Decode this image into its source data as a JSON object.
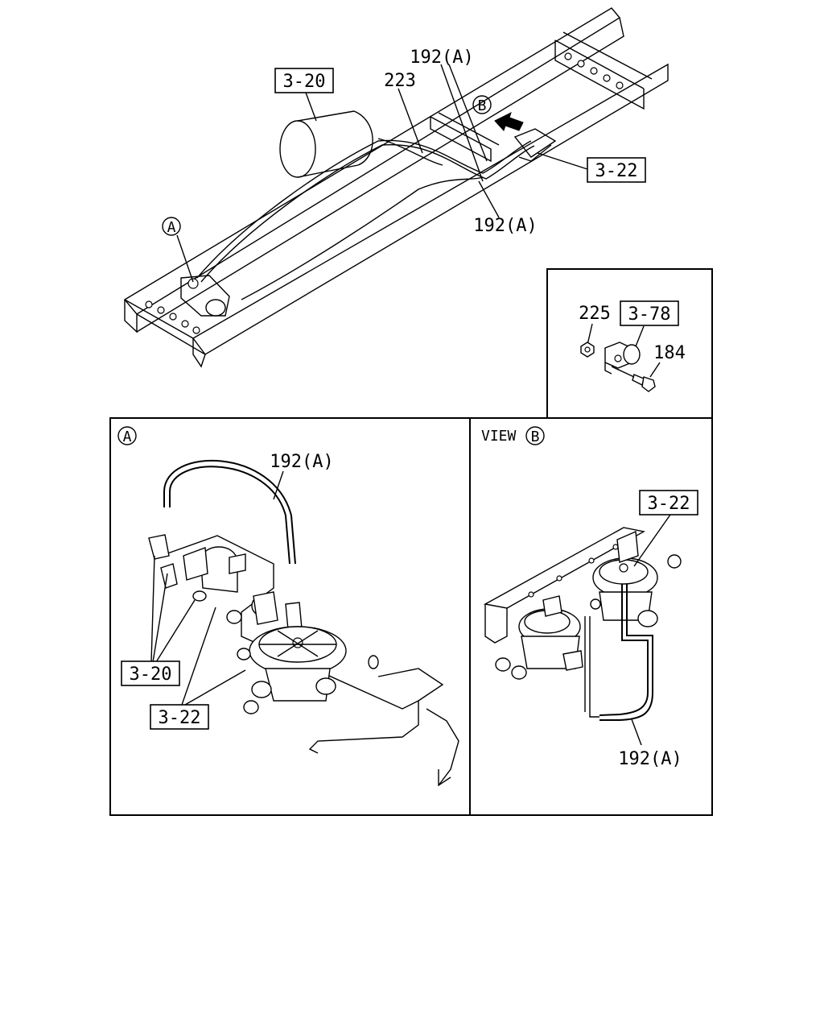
{
  "callouts": {
    "ref_3_20_top": "3-20",
    "part_223": "223",
    "part_192a_top": "192(A)",
    "view_b_marker": "B",
    "ref_3_22_top": "3-22",
    "part_192a_mid": "192(A)",
    "detail_a_marker": "A"
  },
  "inset_mount": {
    "part_225": "225",
    "ref_3_78": "3-78",
    "part_184": "184"
  },
  "panel_a": {
    "marker": "A",
    "part_192a": "192(A)",
    "ref_3_20": "3-20",
    "ref_3_22": "3-22"
  },
  "panel_b": {
    "view_label": "VIEW",
    "marker": "B",
    "ref_3_22": "3-22",
    "part_192a": "192(A)"
  }
}
